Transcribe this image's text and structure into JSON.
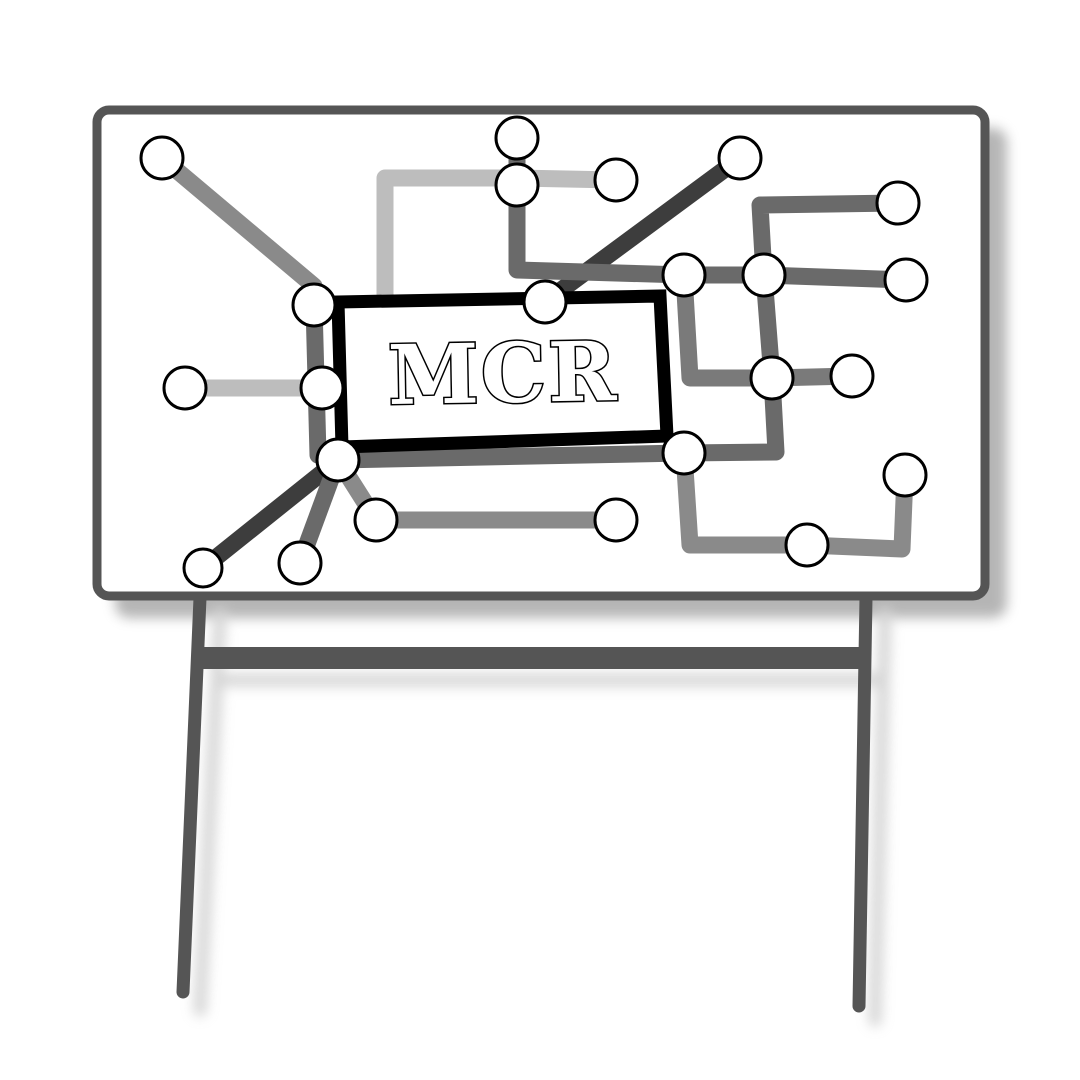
{
  "sign": {
    "label": "MCR"
  },
  "colors": {
    "frame": "#555555",
    "board": "#ffffff",
    "line_dark": "#3d3d3d",
    "line_mid": "#6a6a6a",
    "line_gray": "#8a8a8a",
    "line_light": "#bdbdbd",
    "central_box": "#000000"
  },
  "icons": [
    "metro-map-sign",
    "station-circle"
  ]
}
